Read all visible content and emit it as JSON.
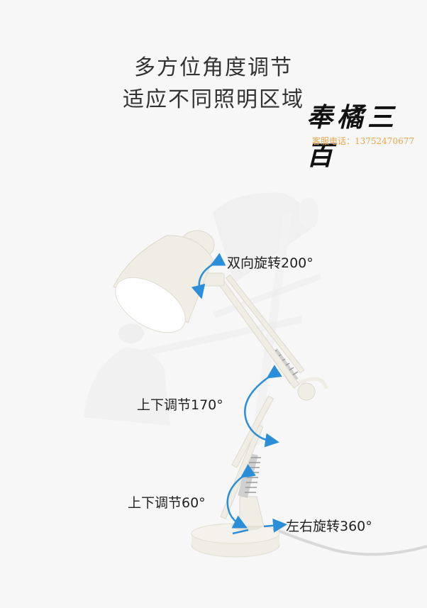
{
  "headline": {
    "line1": "多方位角度调节",
    "line2": "适应不同照明区域"
  },
  "brand": {
    "name": "奉橘三百",
    "contact": "客服电话：13752470677"
  },
  "annotations": {
    "head_rotation": "双向旋转200°",
    "arm_tilt": "上下调节170°",
    "base_tilt": "上下调节60°",
    "base_rotation": "左右旋转360°"
  },
  "colors": {
    "background": "#f7f7f7",
    "lamp_body": "#efede4",
    "arrow": "#2a8fd8"
  }
}
